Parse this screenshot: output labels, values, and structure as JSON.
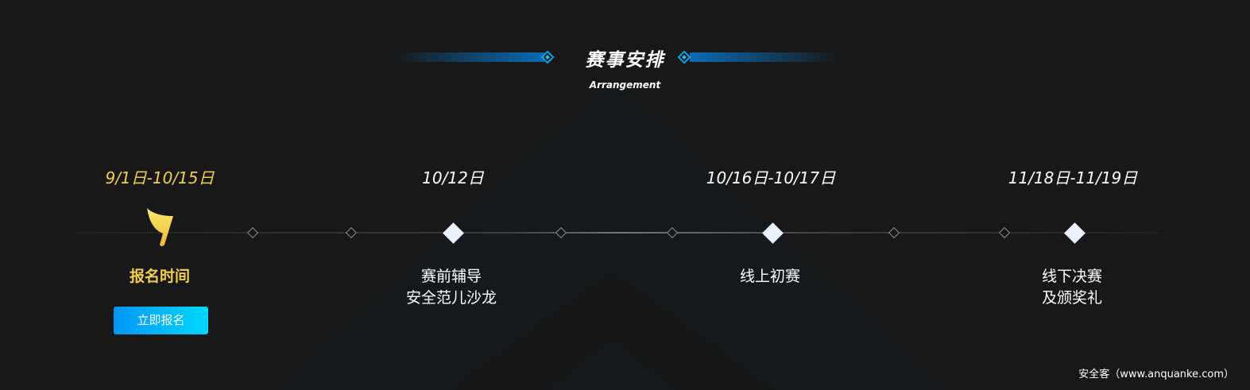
{
  "header": {
    "title": "赛事安排",
    "subtitle": "Arrangement"
  },
  "timeline": [
    {
      "date": "9/1日-10/15日",
      "label": "报名时间",
      "active": true
    },
    {
      "date": "10/12日",
      "label_lines": [
        "赛前辅导",
        "安全范儿沙龙"
      ]
    },
    {
      "date": "10/16日-10/17日",
      "label": "线上初赛"
    },
    {
      "date": "11/18日-11/19日",
      "label_lines": [
        "线下决赛",
        "及颁奖礼"
      ]
    }
  ],
  "register_button": "立即报名",
  "watermark": "安全客（www.anquanke.com）",
  "colors": {
    "accent": "#f5cf4a",
    "blue": "#0a6bb3",
    "bg": "#181818"
  }
}
